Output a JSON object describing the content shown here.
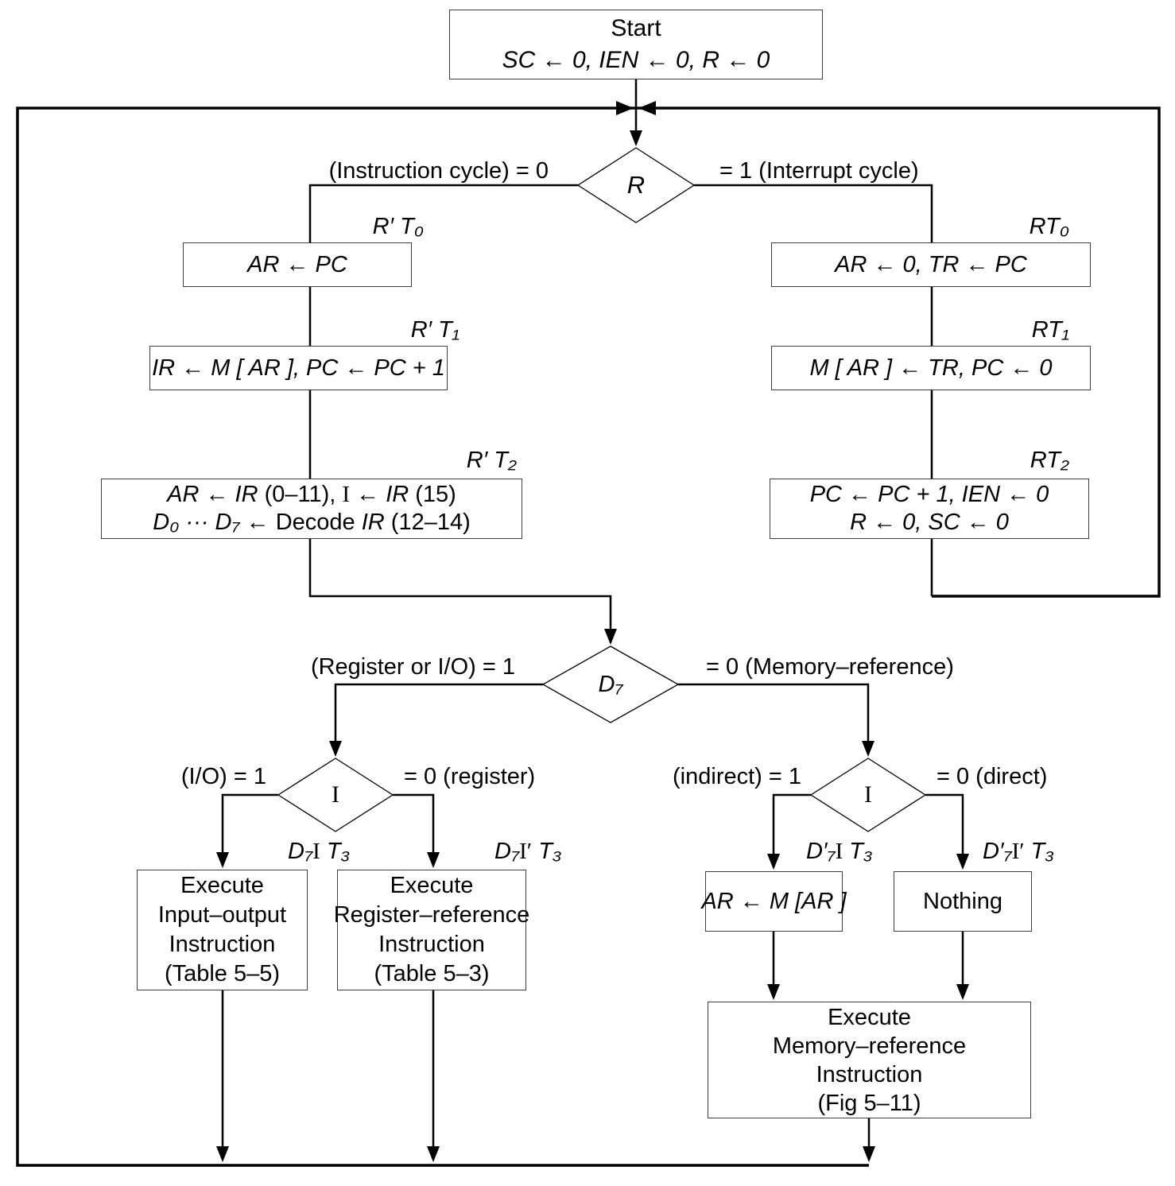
{
  "colors": {
    "ink": "#000000",
    "box_border": "#3f3f3f",
    "background": "#ffffff"
  },
  "start": {
    "title": "Start",
    "ops": "SC ← 0, IEN ← 0, R ← 0"
  },
  "decisions": {
    "r": {
      "symbol": "R",
      "left": "(Instruction cycle) = 0",
      "right": "= 1 (Interrupt cycle)"
    },
    "d7": {
      "symbol": "D₇",
      "left": "(Register or I/O) = 1",
      "right": "= 0 (Memory–reference)"
    },
    "i_reg": {
      "symbol": "I",
      "left": "(I/O) = 1",
      "right": "= 0 (register)"
    },
    "i_mem": {
      "symbol": "I",
      "left": "(indirect) = 1",
      "right": "= 0 (direct)"
    }
  },
  "instruction_cycle": {
    "t0": {
      "label": "R′ T₀",
      "op": "AR ← PC"
    },
    "t1": {
      "label": "R′ T₁",
      "op": "IR ← M [ AR ], PC ← PC + 1"
    },
    "t2": {
      "label": "R′ T₂",
      "l1": [
        "AR ← IR ",
        "(0–11), ",
        "I",
        " ← IR ",
        "(15)"
      ],
      "l2": [
        "D₀ ··· D₇ ← ",
        "Decode ",
        "IR ",
        "(12–14)"
      ]
    }
  },
  "interrupt_cycle": {
    "t0": {
      "label": "RT₀",
      "op": "AR ← 0, TR ← PC"
    },
    "t1": {
      "label": "RT₁",
      "op": "M [ AR ] ← TR, PC ← 0"
    },
    "t2": {
      "label": "RT₂",
      "l1": "PC ← PC + 1, IEN ← 0",
      "l2": "R ← 0, SC ← 0"
    }
  },
  "execute": {
    "io": {
      "label": [
        "D₇",
        "I",
        " T₃"
      ],
      "lines": [
        "Execute",
        "Input–output",
        "Instruction",
        "(Table 5–5)"
      ]
    },
    "reg": {
      "label": [
        "D₇",
        "I′",
        " T₃"
      ],
      "lines": [
        "Execute",
        "Register–reference",
        "Instruction",
        "(Table 5–3)"
      ]
    },
    "indirect": {
      "label": [
        "D′₇",
        "I",
        " T₃"
      ],
      "op": "AR ← M [AR ]"
    },
    "direct": {
      "label": [
        "D′₇",
        "I′",
        " T₃"
      ],
      "text": "Nothing"
    },
    "mem": {
      "lines": [
        "Execute",
        "Memory–reference",
        "Instruction",
        "(Fig 5–11)"
      ]
    }
  }
}
